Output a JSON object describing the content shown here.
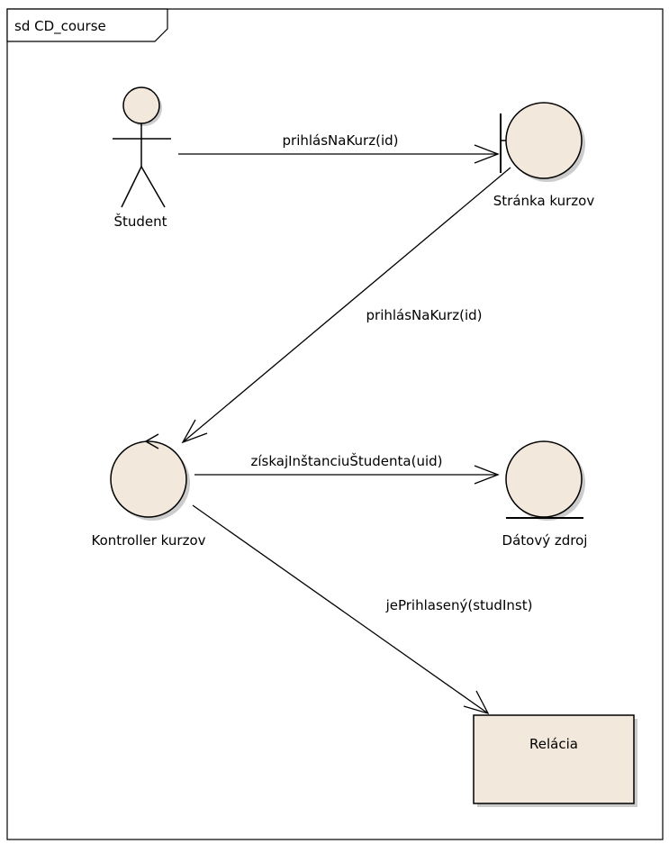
{
  "frame": {
    "title": "sd CD_course"
  },
  "colors": {
    "node_fill": "#f2e8dc",
    "node_fill_dark": "#e8dccb",
    "stroke": "#000000",
    "shadow": "#9a9a9a"
  },
  "nodes": {
    "student": {
      "label": "Študent",
      "kind": "actor"
    },
    "stranka": {
      "label": "Stránka kurzov",
      "kind": "boundary"
    },
    "kontroller": {
      "label": "Kontroller kurzov",
      "kind": "control"
    },
    "datovy": {
      "label": "Dátový zdroj",
      "kind": "entity"
    },
    "relacia": {
      "label": "Relácia",
      "kind": "class-box"
    }
  },
  "messages": [
    {
      "label": "prihlásNaKurz(id)",
      "from": "Študent",
      "to": "Stránka kurzov"
    },
    {
      "label": "prihlásNaKurz(id)",
      "from": "Stránka kurzov",
      "to": "Kontroller kurzov"
    },
    {
      "label": "získajInštanciuŠtudenta(uid)",
      "from": "Kontroller kurzov",
      "to": "Dátový zdroj"
    },
    {
      "label": "jePrihlasený(studInst)",
      "from": "Kontroller kurzov",
      "to": "Relácia"
    }
  ]
}
